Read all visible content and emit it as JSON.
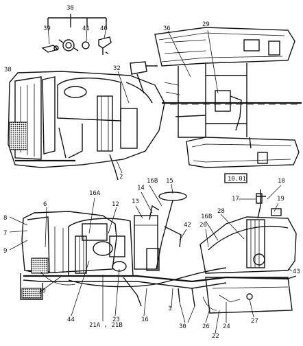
{
  "diagram": {
    "page_code": "10.01",
    "callouts": {
      "c38a": "38",
      "c39": "39",
      "c41": "41",
      "c40": "40",
      "c36": "36",
      "c29": "29",
      "c38b": "38",
      "c32": "32",
      "c2": "2",
      "c15": "15",
      "c16b_top": "16B",
      "c14": "14",
      "c18": "18",
      "c17": "17",
      "c19": "19",
      "c16a": "16A",
      "c12": "12",
      "c13": "13",
      "c6": "6",
      "c8": "8",
      "c7": "7",
      "c9": "9",
      "c42": "42",
      "c26a": "26",
      "c16b_mid": "16B",
      "c28": "28",
      "c43": "43",
      "c10": "10",
      "c44": "44",
      "c21": "21A , 21B",
      "c23": "23",
      "c16": "16",
      "c3": "3",
      "c30": "30",
      "c26b": "26",
      "c24": "24",
      "c22": "22",
      "c27": "27"
    }
  }
}
